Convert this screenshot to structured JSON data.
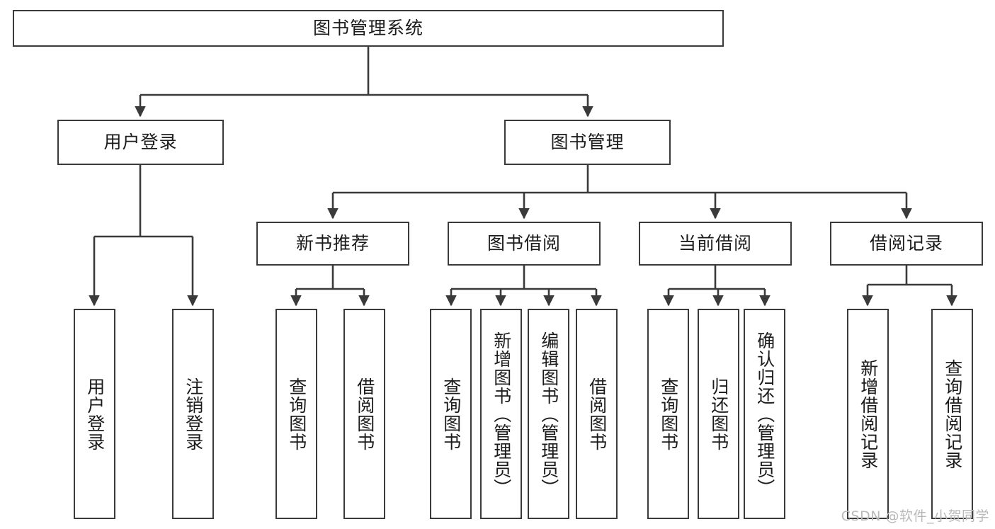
{
  "diagram": {
    "title": "图书管理系统",
    "type": "tree",
    "watermark": "CSDN @软件_小贺同学",
    "colors": {
      "stroke": "#3a3a3a",
      "fill": "#ffffff",
      "text": "#1b1b1b",
      "watermark": "#b9b9b9"
    },
    "nodes": {
      "root": "图书管理系统",
      "level2": [
        "用户登录",
        "图书管理"
      ],
      "level3": [
        "新书推荐",
        "图书借阅",
        "当前借阅",
        "借阅记录"
      ],
      "leaves": {
        "user_login": [
          "用户登录",
          "注销登录"
        ],
        "new_book": [
          "查询图书",
          "借阅图书"
        ],
        "book_borrow": [
          "查询图书",
          "新增图书（管理员）",
          "编辑图书（管理员）",
          "借阅图书"
        ],
        "current_borrow": [
          "查询图书",
          "归还图书",
          "确认归还（管理员）"
        ],
        "borrow_record": [
          "新增借阅记录",
          "查询借阅记录"
        ]
      }
    }
  }
}
